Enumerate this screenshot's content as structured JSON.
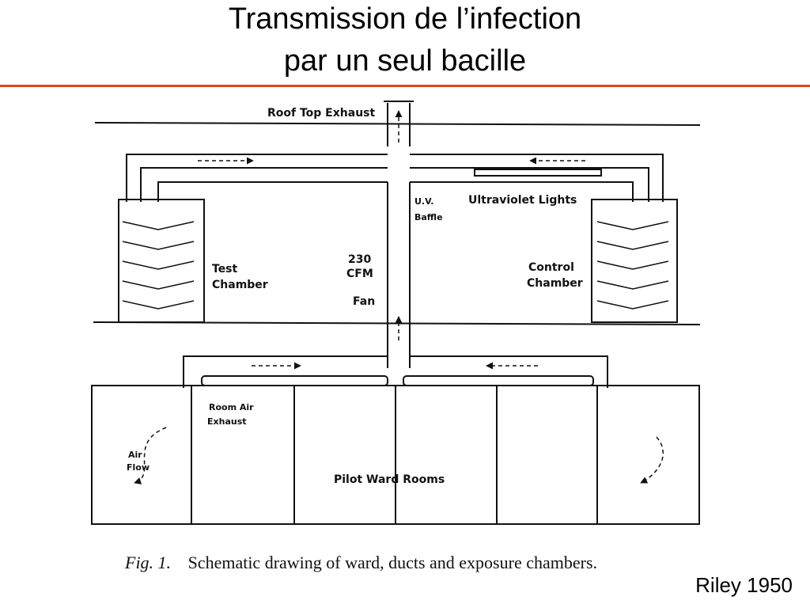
{
  "slide": {
    "title_line1": "Transmission de l’infection",
    "title_line2": "par un seul bacille",
    "credit": "Riley 1950"
  },
  "figure": {
    "labels": {
      "roof_top_exhaust": "Roof Top Exhaust",
      "uv": "U.V.",
      "baffle": "Baffle",
      "ultraviolet_lights": "Ultraviolet Lights",
      "cfm_value": "230",
      "cfm_unit": "CFM",
      "test": "Test",
      "chamber_left": "Chamber",
      "control": "Control",
      "chamber_right": "Chamber",
      "fan": "Fan",
      "room_air": "Room Air",
      "exhaust": "Exhaust",
      "air": "Air",
      "flow": "Flow",
      "pilot_ward_rooms": "Pilot Ward Rooms"
    },
    "caption_fig": "Fig. 1.",
    "caption_text": "Schematic drawing of ward, ducts and exposure chambers."
  },
  "colors": {
    "accent_rule": "#e0411f",
    "ink": "#111111"
  }
}
